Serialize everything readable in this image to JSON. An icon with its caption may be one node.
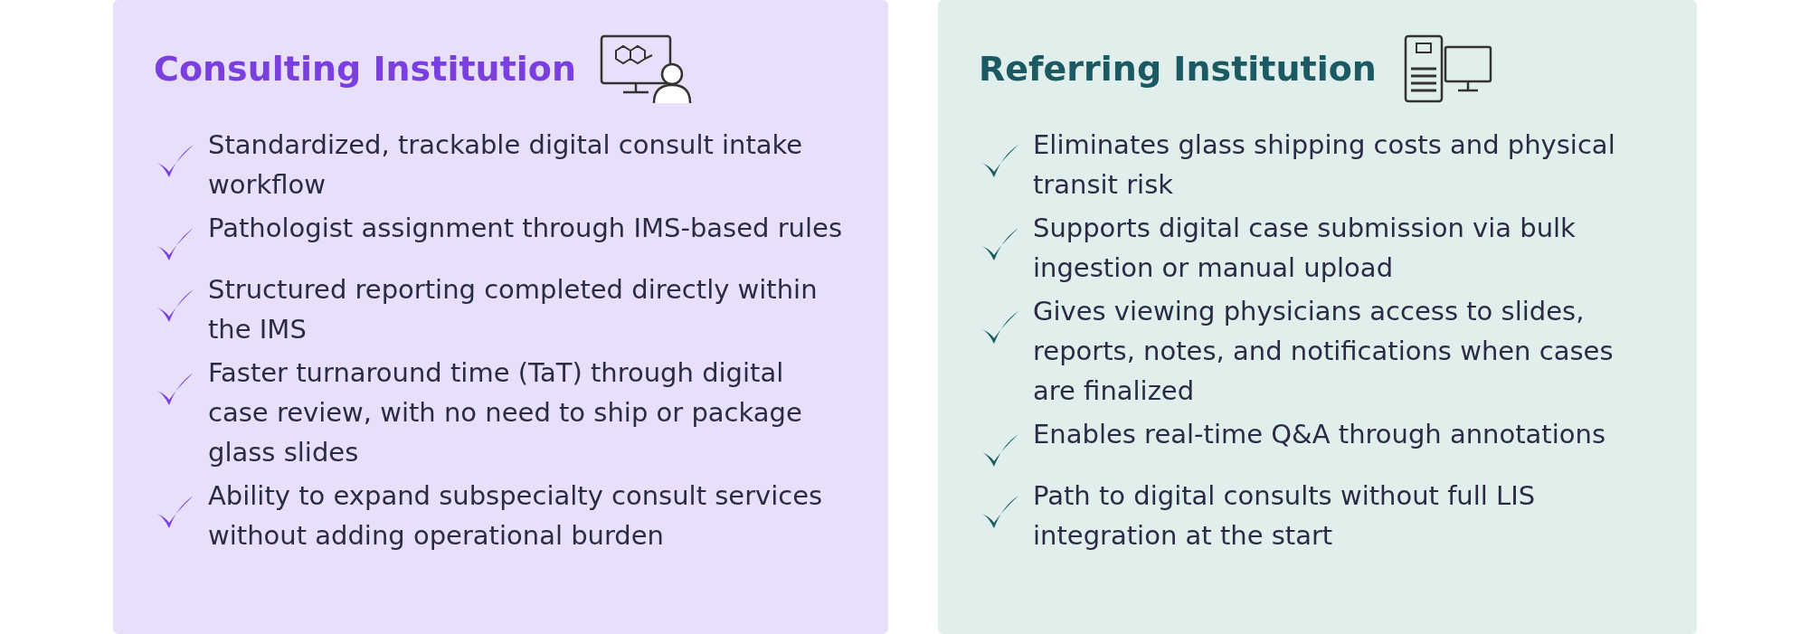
{
  "diagram": {
    "nodes": [
      {
        "text": [
          "Consulting Institution",
          "Standardized, trackable digital consult intake workflow",
          "Pathologist assignment through IMS-based rules",
          "Structured reporting completed directly within the IMS",
          "Faster turnaround time (TaT) through digital case review, with no need to ship or package glass slides",
          "Ability to expand subspecialty consult services without adding operational burden"
        ]
      },
      {
        "text": [
          "Referring Institution",
          "Eliminates glass shipping costs and physical transit risk",
          "Supports digital case submission via bulk ingestion or manual upload",
          "Gives viewing physicians access to slides, reports, notes, and notifications when cases are finalized",
          "Enables real-time Q&A through annotations",
          "Path to digital consults without full LIS integration at the start"
        ]
      }
    ],
    "edges": []
  }
}
